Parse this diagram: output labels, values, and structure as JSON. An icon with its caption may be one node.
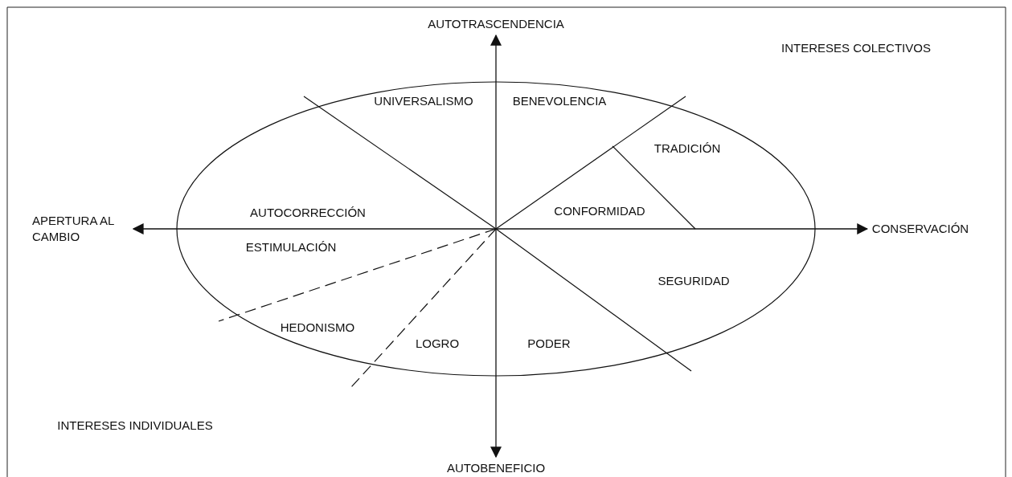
{
  "diagram": {
    "nodes": [
      {
        "text": [
          "AUTOTRASCENDENCIA"
        ]
      },
      {
        "text": [
          "APERTURA AL CAMBIO"
        ]
      },
      {
        "text": [
          "CONSERVACIÓN"
        ]
      },
      {
        "text": [
          "AUTOBENEFICIO"
        ]
      }
    ],
    "edges": [
      {
        "from": 0,
        "to": 3,
        "arrow": "both"
      },
      {
        "from": 1,
        "to": 2,
        "arrow": "both"
      }
    ],
    "labels": [
      "INTERESES COLECTIVOS",
      "UNIVERSALISMO",
      "BENEVOLENCIA",
      "TRADICIÓN",
      "AUTOCORRECCIÓN",
      "CONFORMIDAD",
      "ESTIMULACIÓN",
      "SEGURIDAD",
      "HEDONISMO",
      "LOGRO",
      "PODER",
      "INTERESES INDIVIDUALES"
    ]
  }
}
